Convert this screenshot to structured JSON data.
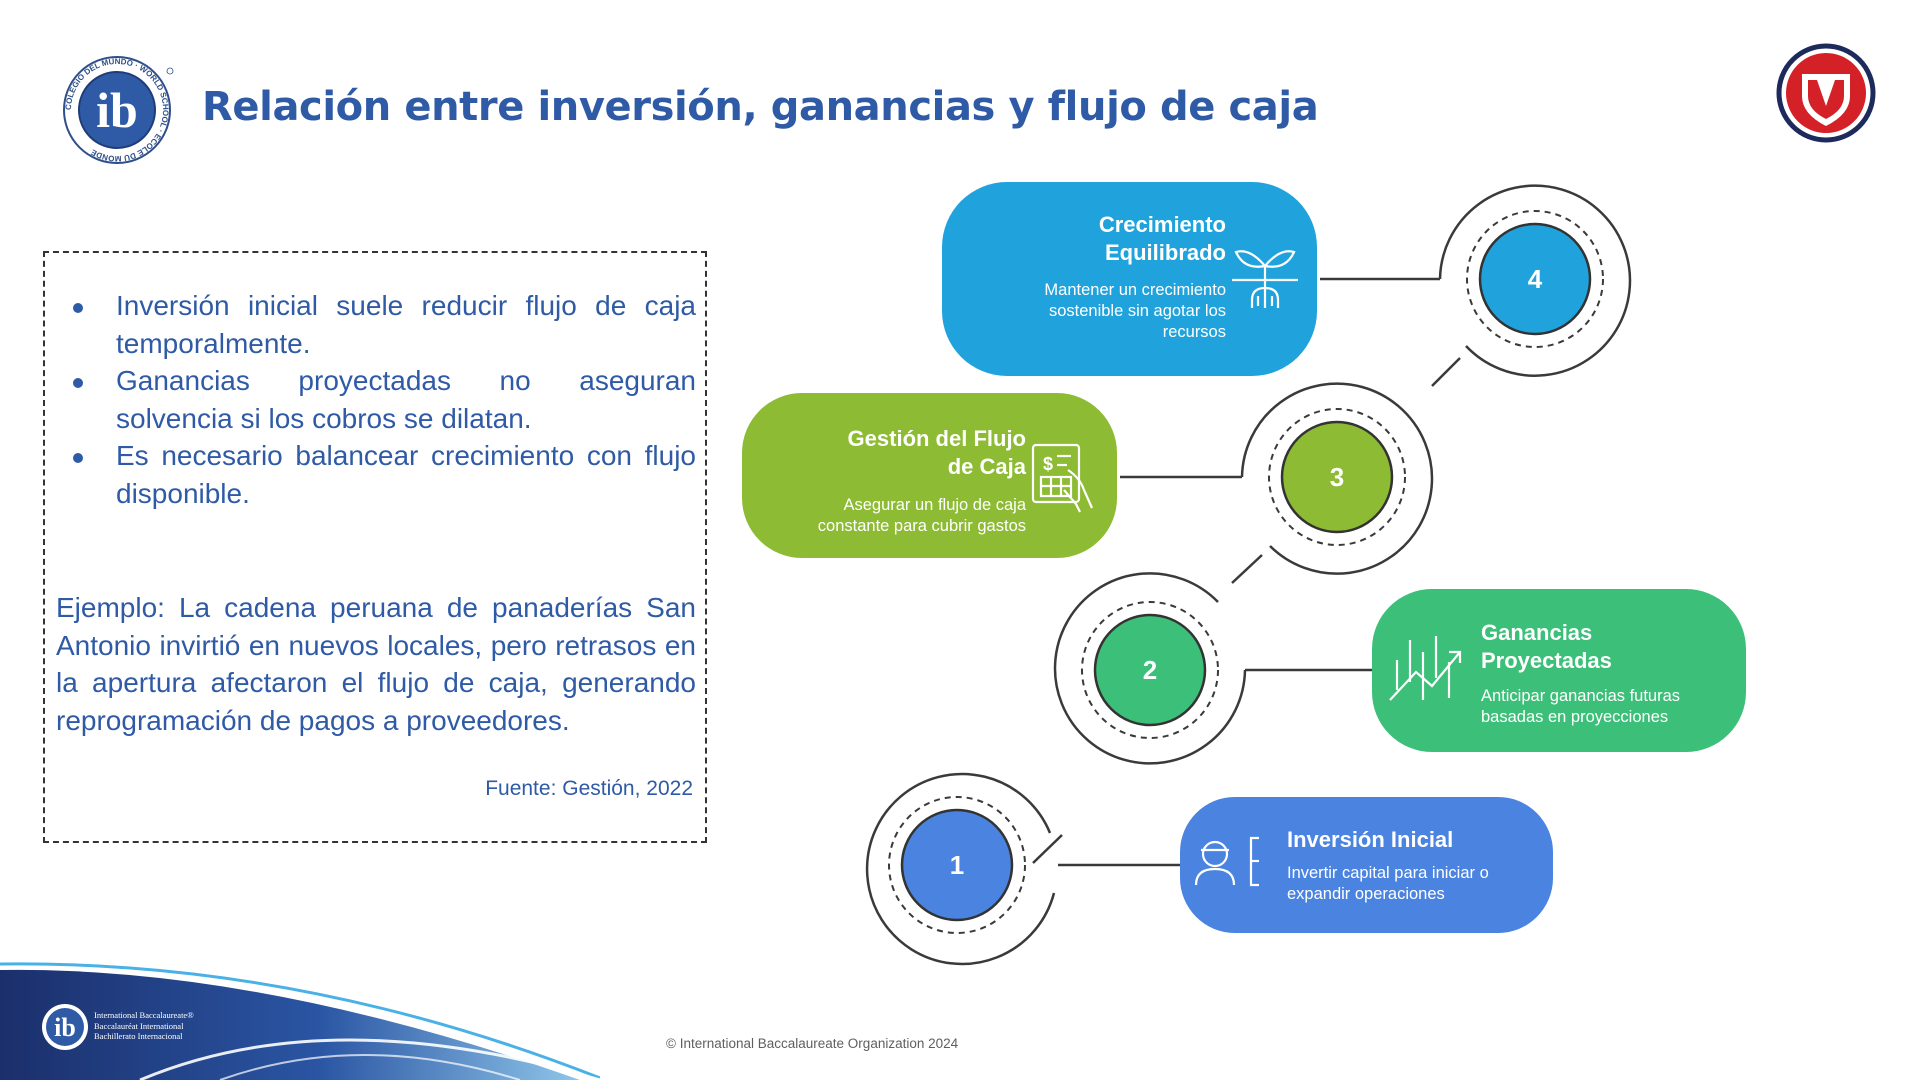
{
  "page": {
    "title": "Relación entre inversión, ganancias y flujo de caja"
  },
  "logos": {
    "ib_seal_ring_text": "COLEGIO DEL MUNDO · WORLD SCHOOL · ÉCOLE DU MONDE",
    "ib_seal_letters": "ib",
    "school_shield_icon": "shield-icon"
  },
  "textbox": {
    "bullets": [
      "Inversión inicial suele reducir flujo de caja temporalmente.",
      "Ganancias proyectadas no aseguran solvencia si los cobros se dilatan.",
      "Es necesario balancear crecimiento con flujo disponible."
    ],
    "example": "Ejemplo: La cadena peruana de panaderías San Antonio invirtió en nuevos locales, pero retrasos en la apertura afectaron el flujo de caja, generando reprogramación de pagos a proveedores.",
    "source": "Fuente: Gestión, 2022"
  },
  "steps": [
    {
      "number": "1",
      "title": "Inversión Inicial",
      "description": "Invertir capital para iniciar o expandir operaciones",
      "color": "#4a83e0",
      "icon": "worker-bracket-icon"
    },
    {
      "number": "2",
      "title": "Ganancias Proyectadas",
      "description": "Anticipar ganancias futuras basadas en proyecciones",
      "color": "#3cbf78",
      "icon": "growth-chart-icon"
    },
    {
      "number": "3",
      "title": "Gestión del Flujo de Caja",
      "description": "Asegurar un flujo de caja constante para cubrir gastos",
      "color": "#8dbb33",
      "icon": "cash-calculator-icon"
    },
    {
      "number": "4",
      "title": "Crecimiento Equilibrado",
      "description": "Mantener un crecimiento sostenible sin agotar los recursos",
      "color": "#20a3dc",
      "icon": "sprout-roots-icon"
    }
  ],
  "footer": {
    "ib_org_lines": [
      "International Baccalaureate®",
      "Baccalauréat International",
      "Bachillerato Internacional"
    ],
    "copyright": "© International Baccalaureate Organization 2024"
  }
}
